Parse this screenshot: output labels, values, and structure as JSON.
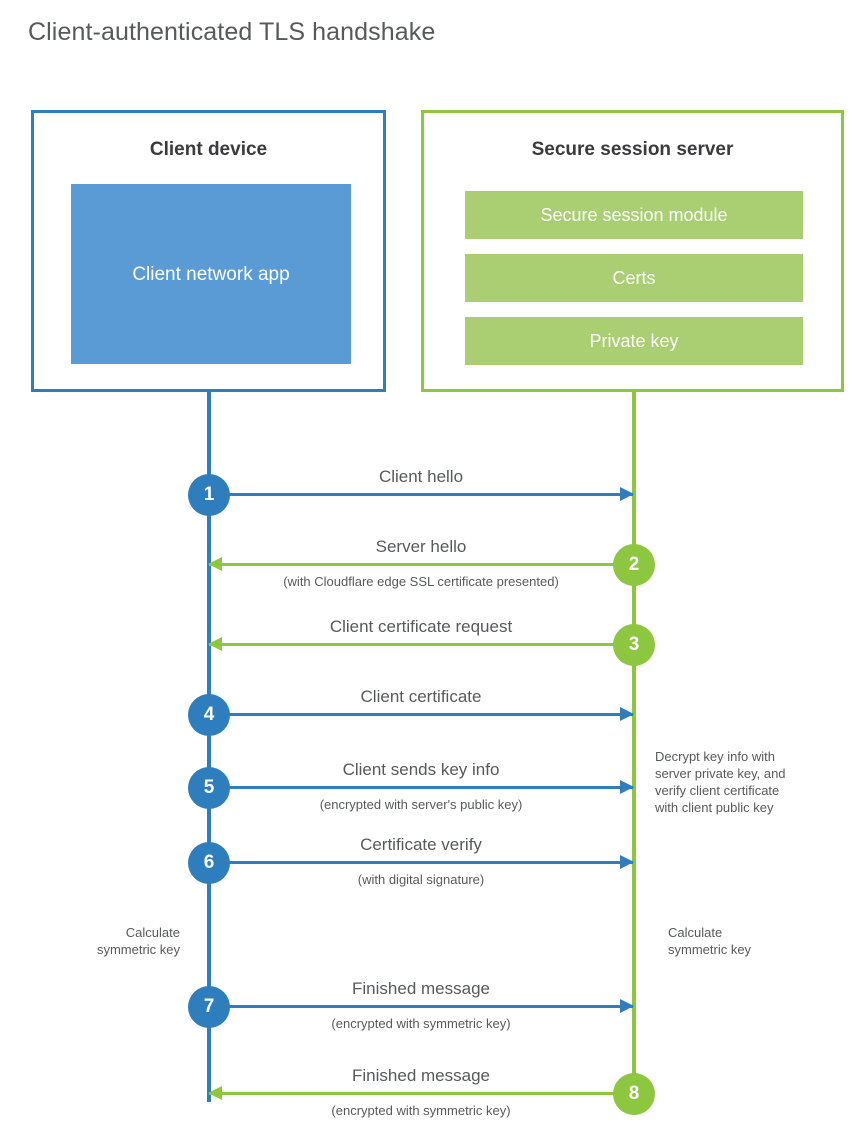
{
  "title": "Client-authenticated TLS handshake",
  "colors": {
    "client_blue": "#2e7ebe",
    "client_app_blue": "#5b9bd5",
    "server_green": "#8dc63f",
    "server_bar_green": "#a9cf72",
    "text_gray": "#58595b"
  },
  "client": {
    "title": "Client device",
    "app_label_line1": "Client network",
    "app_label_line2": "app"
  },
  "server": {
    "title": "Secure session server",
    "components": [
      "Secure session module",
      "Certs",
      "Private key"
    ]
  },
  "steps": [
    {
      "number": "1",
      "label": "Client hello",
      "sublabel": "",
      "direction": "client-to-server",
      "color": "#2e7ebe"
    },
    {
      "number": "2",
      "label": "Server hello",
      "sublabel": "(with Cloudflare edge SSL certificate presented)",
      "direction": "server-to-client",
      "color": "#8dc63f"
    },
    {
      "number": "3",
      "label": "Client certificate request",
      "sublabel": "",
      "direction": "server-to-client",
      "color": "#8dc63f"
    },
    {
      "number": "4",
      "label": "Client certificate",
      "sublabel": "",
      "direction": "client-to-server",
      "color": "#2e7ebe"
    },
    {
      "number": "5",
      "label": "Client sends key info",
      "sublabel": "(encrypted with server's public key)",
      "direction": "client-to-server",
      "color": "#2e7ebe"
    },
    {
      "number": "6",
      "label": "Certificate verify",
      "sublabel": "(with digital signature)",
      "direction": "client-to-server",
      "color": "#2e7ebe"
    },
    {
      "number": "7",
      "label": "Finished message",
      "sublabel": "(encrypted with symmetric key)",
      "direction": "client-to-server",
      "color": "#2e7ebe"
    },
    {
      "number": "8",
      "label": "Finished message",
      "sublabel": "(encrypted with symmetric key)",
      "direction": "server-to-client",
      "color": "#8dc63f"
    }
  ],
  "notes": {
    "decrypt": {
      "line1": "Decrypt key info with",
      "line2": "server private key, and",
      "line3": "verify client certificate",
      "line4": "with client public key"
    },
    "calculate_left": {
      "line1": "Calculate",
      "line2": "symmetric key"
    },
    "calculate_right": {
      "line1": "Calculate",
      "line2": "symmetric key"
    }
  }
}
